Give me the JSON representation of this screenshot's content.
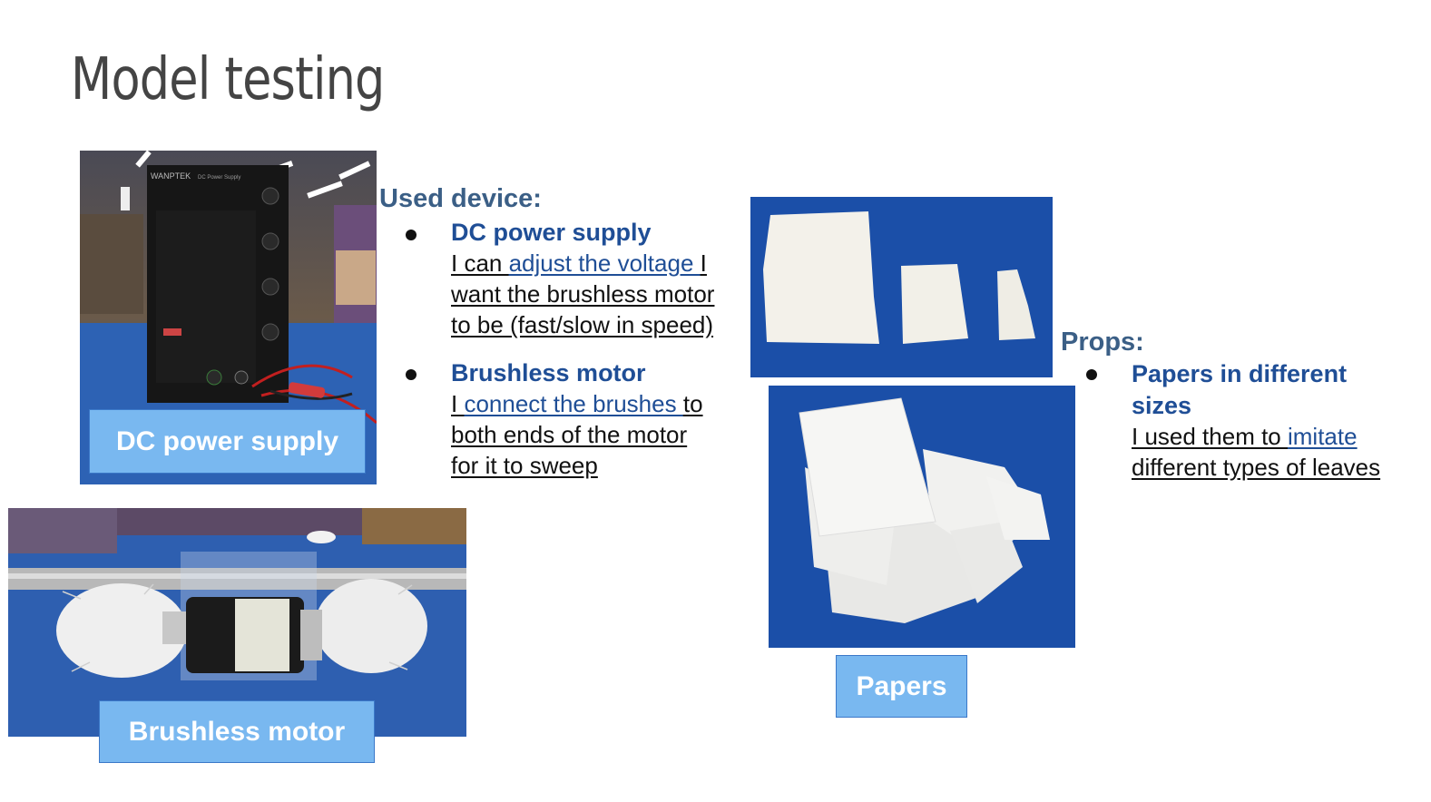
{
  "slide": {
    "title": "Model testing"
  },
  "captions": {
    "dc_power_supply": "DC power supply",
    "brushless_motor": "Brushless motor",
    "papers": "Papers"
  },
  "used_device": {
    "heading": "Used device:",
    "items": [
      {
        "title": "DC power supply",
        "line1_a": "I can ",
        "line1_b": "adjust the voltage ",
        "line1_c": "I",
        "line2": "want the brushless motor",
        "line3": "to be (fast/slow in speed)"
      },
      {
        "title": "Brushless motor",
        "line1_a": "I ",
        "line1_b": "connect the brushes ",
        "line1_c": "to",
        "line2": "both ends of the motor",
        "line3": "for it to sweep"
      }
    ]
  },
  "props": {
    "heading": "Props:",
    "items": [
      {
        "title_line1": "Papers in different",
        "title_line2": "sizes",
        "line1_a": "I used them to ",
        "line1_b": "imitate",
        "line2": "different types of leaves"
      }
    ]
  },
  "photo_text": {
    "device_brand": "WANPTEK",
    "device_model": "DC Power Supply"
  },
  "colors": {
    "title": "#444444",
    "heading": "#3b5f86",
    "item_title": "#1f4e96",
    "caption_fill": "#79b8f0",
    "caption_border": "#3b78c8",
    "table_blue": "#1b4fa8"
  }
}
